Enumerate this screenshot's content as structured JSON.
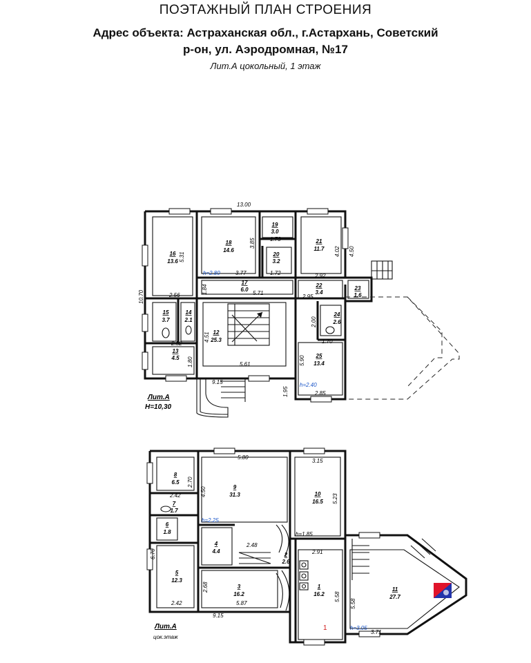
{
  "header": {
    "title": "ПОЭТАЖНЫЙ ПЛАН СТРОЕНИЯ",
    "address_line1": "Адрес объекта: Астраханская обл., г.Астархань, Советский",
    "address_line2": "р-он,  ул. Аэродромная, №17",
    "subtitle": "Лит.А цокольный, 1 этаж"
  },
  "floor1": {
    "lit_label": "Лит.А",
    "height_label": "H=10,30",
    "overall_width": "13.00",
    "overall_depth": "10.70",
    "rooms": [
      {
        "num": "16",
        "area": "13.6"
      },
      {
        "num": "18",
        "area": "14.6"
      },
      {
        "num": "19",
        "area": "3.0"
      },
      {
        "num": "20",
        "area": "3.2"
      },
      {
        "num": "21",
        "area": "11.7"
      },
      {
        "num": "17",
        "area": "6.0"
      },
      {
        "num": "22",
        "area": "3.4"
      },
      {
        "num": "23",
        "area": "1.6"
      },
      {
        "num": "15",
        "area": "3.7"
      },
      {
        "num": "14",
        "area": "2.1"
      },
      {
        "num": "12",
        "area": "25.3"
      },
      {
        "num": "24",
        "area": "2.6"
      },
      {
        "num": "13",
        "area": "4.5"
      },
      {
        "num": "25",
        "area": "13.4"
      }
    ],
    "dims": [
      "5.31",
      "3.85",
      "3.77",
      "1.73",
      "1.72",
      "4.02",
      "4.50",
      "2.92",
      "2.56",
      "1.84",
      "5.71",
      "2.95",
      "2.00",
      "1.70",
      "4.51",
      "2.52",
      "1.80",
      "5.61",
      "5.90",
      "9.15",
      "1.95",
      "2.85"
    ],
    "heights": [
      "h=2.80",
      "h=2.40"
    ]
  },
  "basement": {
    "lit_label": "Лит.А",
    "floor_label": "цок.этаж",
    "rooms": [
      {
        "num": "8",
        "area": "6.5"
      },
      {
        "num": "9",
        "area": "31.3"
      },
      {
        "num": "10",
        "area": "16.5"
      },
      {
        "num": "7",
        "area": "1.7"
      },
      {
        "num": "6",
        "area": "1.8"
      },
      {
        "num": "4",
        "area": "4.4"
      },
      {
        "num": "2",
        "area": "2.6"
      },
      {
        "num": "5",
        "area": "12.3"
      },
      {
        "num": "3",
        "area": "16.2"
      },
      {
        "num": "1",
        "area": "16.2"
      },
      {
        "num": "11",
        "area": "27.7"
      }
    ],
    "dims": [
      "5.80",
      "3.15",
      "2.70",
      "4.50",
      "2.42",
      "5.23",
      "2.48",
      "2.91",
      "6.70",
      "2.68",
      "5.58",
      "5.58",
      "2.42",
      "5.87",
      "9.15",
      "3.71"
    ],
    "heights": [
      "h=2.25",
      "h=1.85",
      "h=3.05"
    ],
    "marker": "1"
  },
  "colors": {
    "line": "#111111",
    "height_text": "#1a55c8",
    "marker": "#d01818",
    "stamp_red": "#e0132a",
    "stamp_blue": "#2233aa"
  }
}
